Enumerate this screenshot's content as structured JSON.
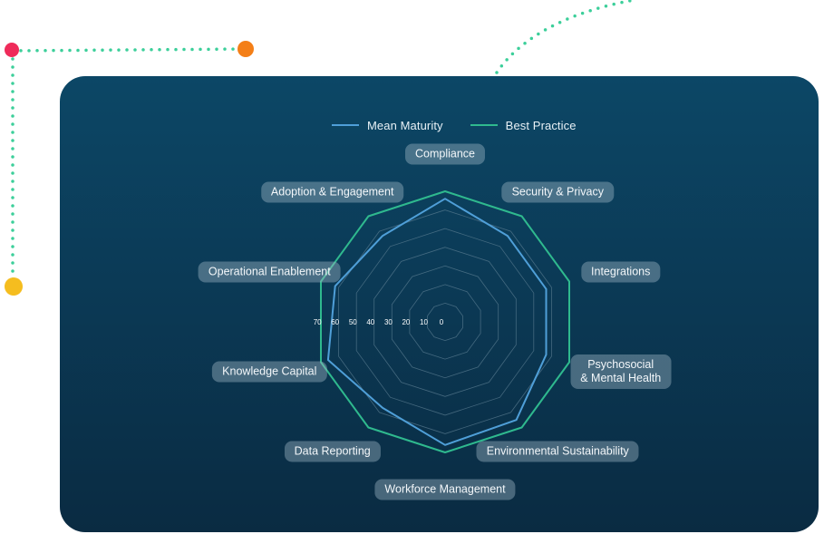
{
  "colors": {
    "mean": "#4f9fd8",
    "best": "#2fb98e",
    "grid": "#5d7f93",
    "dots": "#3ccf9a",
    "dot_red": "#ef2b5a",
    "dot_orange": "#f47f17",
    "dot_yellow": "#f5bd1f"
  },
  "chart_data": {
    "type": "radar",
    "categories": [
      "Compliance",
      "Security & Privacy",
      "Integrations",
      "Psychosocial\n& Mental Health",
      "Environmental Sustainability",
      "Workforce Management",
      "Data Reporting",
      "Knowledge Capital",
      "Operational Enablement",
      "Adoption & Engagement"
    ],
    "series": [
      {
        "name": "Mean Maturity",
        "values": [
          66,
          57,
          57,
          57,
          65,
          66,
          57,
          66,
          62,
          57
        ]
      },
      {
        "name": "Best Practice",
        "values": [
          70,
          70,
          70,
          70,
          70,
          70,
          70,
          70,
          70,
          70
        ]
      }
    ],
    "ticks": [
      "70",
      "60",
      "50",
      "40",
      "30",
      "20",
      "10",
      "0"
    ],
    "rlim": [
      0,
      70
    ],
    "grid": true,
    "legend": "top-center"
  }
}
